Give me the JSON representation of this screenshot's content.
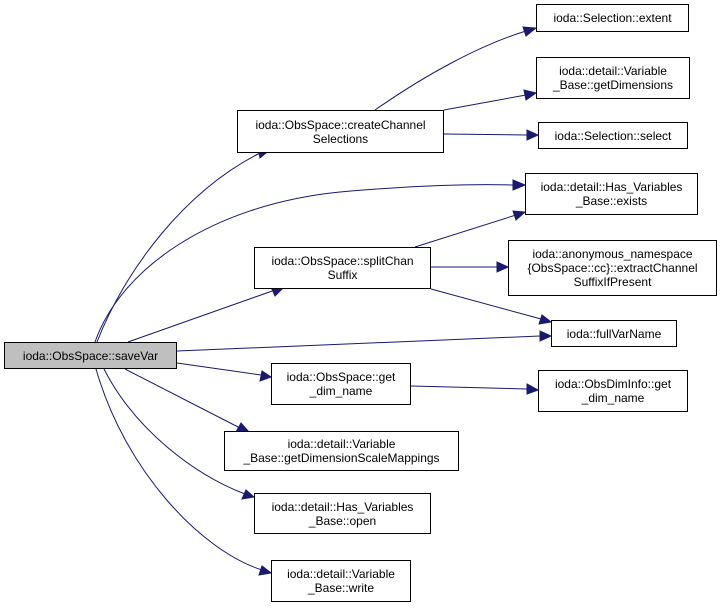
{
  "nodes": [
    {
      "id": "savevar",
      "lines": [
        "ioda::ObsSpace::saveVar"
      ],
      "root": true
    },
    {
      "id": "createchannelselections",
      "lines": [
        "ioda::ObsSpace::createChannel",
        "Selections"
      ]
    },
    {
      "id": "selection-extent",
      "lines": [
        "ioda::Selection::extent"
      ]
    },
    {
      "id": "variable-base-getdimensions",
      "lines": [
        "ioda::detail::Variable",
        "_Base::getDimensions"
      ]
    },
    {
      "id": "selection-select",
      "lines": [
        "ioda::Selection::select"
      ]
    },
    {
      "id": "has-variables-base-exists",
      "lines": [
        "ioda::detail::Has_Variables",
        "_Base::exists"
      ]
    },
    {
      "id": "splitchansuffix",
      "lines": [
        "ioda::ObsSpace::splitChan",
        "Suffix"
      ]
    },
    {
      "id": "extractchannelsuffixifpresent",
      "lines": [
        "ioda::anonymous_namespace",
        "{ObsSpace::cc}::extractChannel",
        "SuffixIfPresent"
      ]
    },
    {
      "id": "fullvarname",
      "lines": [
        "ioda::fullVarName"
      ]
    },
    {
      "id": "obsspace-get-dim-name",
      "lines": [
        "ioda::ObsSpace::get",
        "_dim_name"
      ]
    },
    {
      "id": "obsdiminfo-get-dim-name",
      "lines": [
        "ioda::ObsDimInfo::get",
        "_dim_name"
      ]
    },
    {
      "id": "variable-base-getdimensionscalemappings",
      "lines": [
        "ioda::detail::Variable",
        "_Base::getDimensionScaleMappings"
      ]
    },
    {
      "id": "has-variables-base-open",
      "lines": [
        "ioda::detail::Has_Variables",
        "_Base::open"
      ]
    },
    {
      "id": "variable-base-write",
      "lines": [
        "ioda::detail::Variable",
        "_Base::write"
      ]
    }
  ],
  "edges": [
    {
      "from": "savevar",
      "to": "createchannelselections"
    },
    {
      "from": "savevar",
      "to": "has-variables-base-exists"
    },
    {
      "from": "savevar",
      "to": "splitchansuffix"
    },
    {
      "from": "savevar",
      "to": "fullvarname"
    },
    {
      "from": "savevar",
      "to": "obsspace-get-dim-name"
    },
    {
      "from": "savevar",
      "to": "variable-base-getdimensionscalemappings"
    },
    {
      "from": "savevar",
      "to": "has-variables-base-open"
    },
    {
      "from": "savevar",
      "to": "variable-base-write"
    },
    {
      "from": "createchannelselections",
      "to": "selection-extent"
    },
    {
      "from": "createchannelselections",
      "to": "variable-base-getdimensions"
    },
    {
      "from": "createchannelselections",
      "to": "selection-select"
    },
    {
      "from": "splitchansuffix",
      "to": "has-variables-base-exists"
    },
    {
      "from": "splitchansuffix",
      "to": "extractchannelsuffixifpresent"
    },
    {
      "from": "splitchansuffix",
      "to": "fullvarname"
    },
    {
      "from": "obsspace-get-dim-name",
      "to": "obsdiminfo-get-dim-name"
    }
  ],
  "colors": {
    "edge": "#191970",
    "node_border": "#000000",
    "node_fill": "#ffffff",
    "root_fill": "#bfbfbf"
  }
}
